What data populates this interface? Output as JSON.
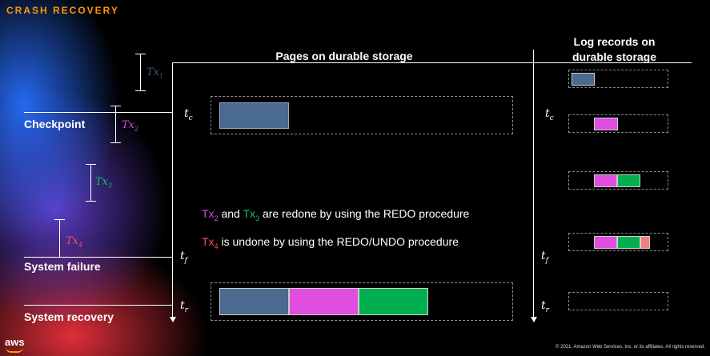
{
  "header": {
    "title": "CRASH RECOVERY"
  },
  "columns": {
    "pages_title": "Pages on durable storage",
    "log_title_line1": "Log records on",
    "log_title_line2": "durable storage"
  },
  "events": {
    "checkpoint": "Checkpoint",
    "system_failure": "System failure",
    "system_recovery": "System recovery"
  },
  "transactions": [
    {
      "base": "Tx",
      "sub": "1",
      "color": "#3d5a80"
    },
    {
      "base": "Tx",
      "sub": "2",
      "color": "#d946ef"
    },
    {
      "base": "Tx",
      "sub": "3",
      "color": "#16c060"
    },
    {
      "base": "Tx",
      "sub": "4",
      "color": "#ff4d5e"
    }
  ],
  "time_labels": {
    "tc": {
      "base": "t",
      "sub": "c"
    },
    "tf": {
      "base": "t",
      "sub": "f"
    },
    "tr": {
      "base": "t",
      "sub": "r"
    }
  },
  "notes": {
    "redo": {
      "tx_a": "Tx",
      "tx_a_sub": "2",
      "and": "and",
      "tx_b": "Tx",
      "tx_b_sub": "3",
      "rest": "are redone by using the REDO procedure"
    },
    "undo": {
      "tx": "Tx",
      "tx_sub": "4",
      "rest": "is undone by using the REDO/UNDO procedure"
    }
  },
  "colors": {
    "tx1_block": "#4a6a90",
    "tx2_block": "#e04ddf",
    "tx3_block": "#00b050",
    "tx4_block": "#f07f7f",
    "accent": "#ff9900"
  },
  "footer": {
    "copyright": "© 2021, Amazon Web Services, Inc. or its affiliates. All rights reserved.",
    "logo_text": "aws"
  }
}
